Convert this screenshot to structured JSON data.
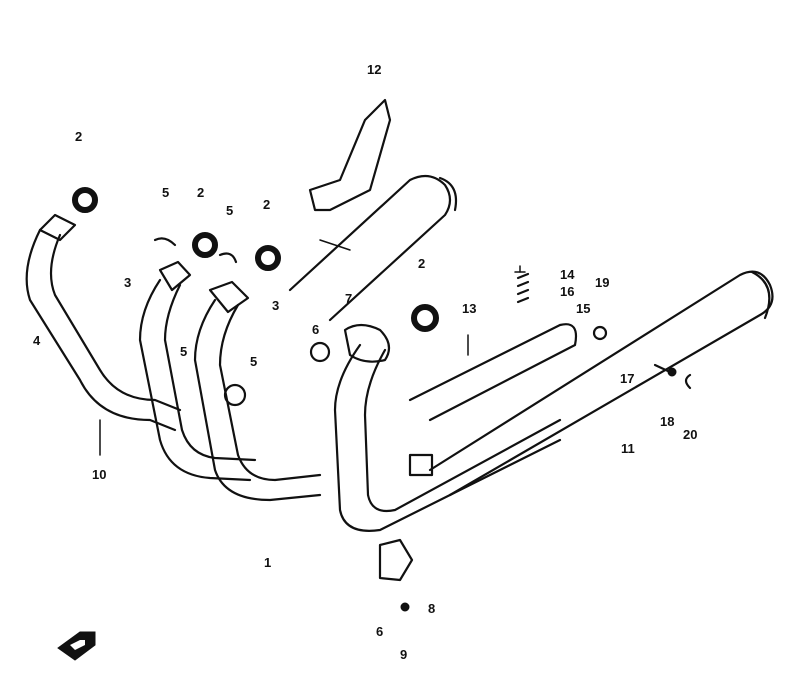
{
  "callouts": {
    "c12": "12",
    "c2a": "2",
    "c2b": "2",
    "c2c": "2",
    "c2d": "2",
    "c5a": "5",
    "c5b": "5",
    "c5c": "5",
    "c5d": "5",
    "c3a": "3",
    "c3b": "3",
    "c4": "4",
    "c10": "10",
    "c6a": "6",
    "c6b": "6",
    "c7": "7",
    "c13": "13",
    "c14": "14",
    "c16": "16",
    "c15": "15",
    "c19": "19",
    "c17": "17",
    "c18": "18",
    "c20": "20",
    "c11": "11",
    "c1": "1",
    "c8": "8",
    "c9": "9"
  },
  "icons": {
    "front_arrow": "front-direction-arrow-icon"
  }
}
